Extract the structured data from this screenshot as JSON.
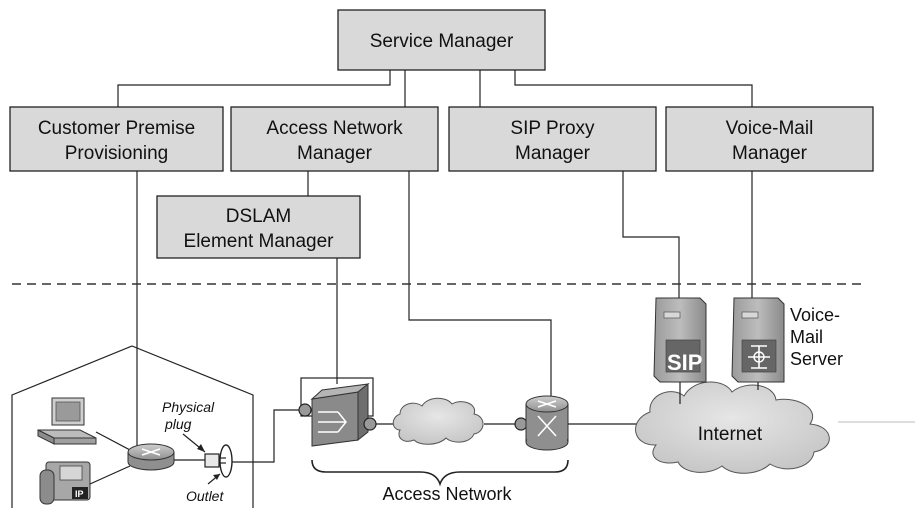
{
  "boxes": {
    "service_manager": "Service Manager",
    "customer_premise": [
      "Customer Premise",
      "Provisioning"
    ],
    "access_network_manager": [
      "Access Network",
      "Manager"
    ],
    "sip_proxy_manager": [
      "SIP Proxy",
      "Manager"
    ],
    "voice_mail_manager": [
      "Voice-Mail",
      "Manager"
    ],
    "dslam_element_manager": [
      "DSLAM",
      "Element Manager"
    ]
  },
  "labels": {
    "voice_mail_server": [
      "Voice-",
      "Mail",
      "Server"
    ],
    "internet": "Internet",
    "access_network": "Access Network",
    "physical_plug": [
      "Physical",
      "plug"
    ],
    "outlet": "Outlet",
    "sip_logo": "SIP",
    "ip_phone_badge": "IP"
  }
}
